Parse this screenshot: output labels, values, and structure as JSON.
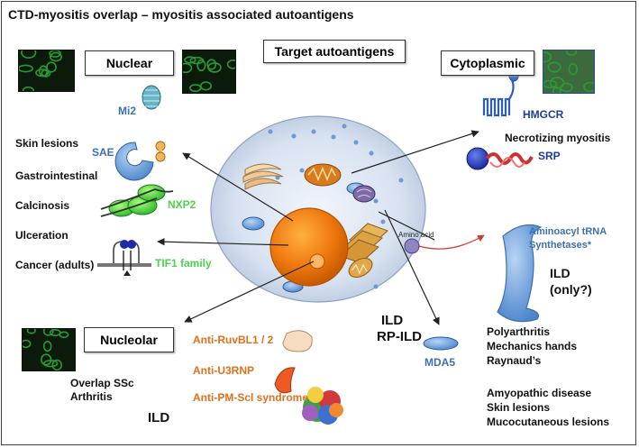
{
  "title": "CTD-myositis overlap – myositis associated autoantigens",
  "target_box": "Target autoantigens",
  "nuclear": {
    "box": "Nuclear",
    "antigens": {
      "mi2": "Mi2",
      "sae": "SAE",
      "nxp2": "NXP2",
      "tif1": "TIF1 family"
    },
    "features": [
      "Skin lesions",
      "Gastrointestinal",
      "Calcinosis",
      "Ulceration",
      "Cancer (adults)"
    ]
  },
  "cytoplasmic": {
    "box": "Cytoplasmic",
    "antigens": {
      "hmgcr": "HMGCR",
      "srp": "SRP"
    },
    "necrotizing": "Necrotizing myositis",
    "amino_acid": "Amino acid",
    "trna": [
      "Aminoacyl tRNA",
      "Synthetases*"
    ],
    "ild_only": [
      "ILD",
      "(only?)"
    ]
  },
  "nucleolar": {
    "box": "Nucleolar",
    "antigens": [
      "Anti-RuvBL1 / 2",
      "Anti-U3RNP",
      "Anti-PM-Scl syndrome"
    ],
    "features": [
      "Overlap SSc",
      "Arthritis"
    ],
    "ild": "ILD"
  },
  "mda5": {
    "ild": [
      "ILD",
      "RP-ILD"
    ],
    "label": "MDA5",
    "features_1": [
      "Polyarthritis",
      "Mechanics hands",
      "Raynaud’s"
    ],
    "features_2": [
      "Amyopathic disease",
      "Skin lesions",
      "Mucocutaneous lesions"
    ]
  },
  "colors": {
    "nucleus": "#ee7d12",
    "cell": "#d9e4f4",
    "fluorescence": "#2a9a35",
    "label_blue": "#3d6fb3",
    "label_green": "#4cd34c",
    "label_orange": "#e0701a",
    "srp": "#2233aa"
  }
}
